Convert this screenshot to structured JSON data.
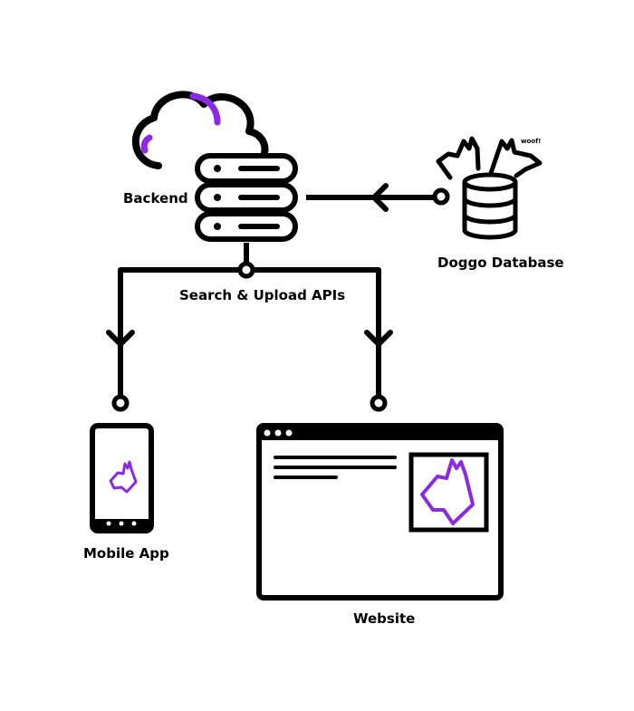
{
  "labels": {
    "backend": "Backend",
    "database": "Doggo Database",
    "apis": "Search & Upload APIs",
    "mobile": "Mobile App",
    "website": "Website",
    "woof": "woof!"
  },
  "colors": {
    "stroke": "#000000",
    "accent": "#8a2be2",
    "background": "#ffffff"
  },
  "icons": {
    "backend": "cloud-server-icon",
    "database": "dog-database-icon",
    "mobile": "smartphone-icon",
    "website": "browser-window-icon",
    "dog": "dog-head-icon"
  }
}
